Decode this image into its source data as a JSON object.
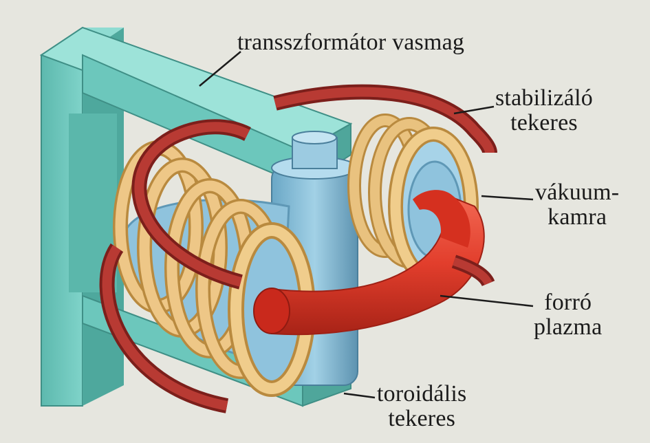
{
  "labels": {
    "transformer_core": "transszformátor vasmag",
    "stabilizing_coil_line1": "stabilizáló",
    "stabilizing_coil_line2": "tekeres",
    "vacuum_chamber_line1": "vákuum-",
    "vacuum_chamber_line2": "kamra",
    "hot_plasma_line1": "forró",
    "hot_plasma_line2": "plazma",
    "toroidal_coil_line1": "toroidális",
    "toroidal_coil_line2": "tekeres"
  },
  "colors": {
    "background": "#e6e6df",
    "iron_core": "#6cc7bc",
    "iron_core_dark": "#3f9c92",
    "copper_coil": "#e9c27f",
    "copper_coil_dark": "#b98a3f",
    "vacuum_chamber": "#8fc3dd",
    "vacuum_chamber_dark": "#5f98b6",
    "plasma": "#e8402f",
    "plasma_dark": "#b1241a",
    "stabilizing_coil": "#b83a33",
    "stabilizing_coil_dark": "#7c1f1b"
  }
}
